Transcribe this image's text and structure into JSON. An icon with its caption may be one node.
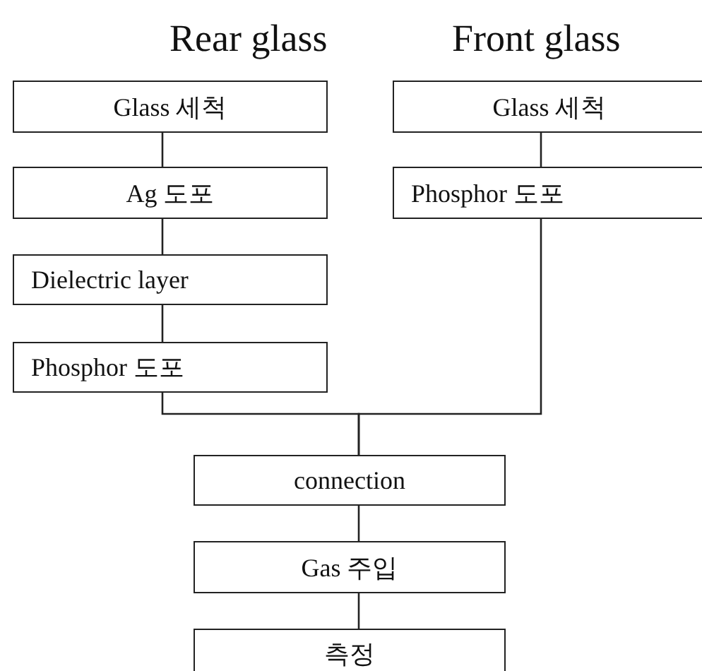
{
  "diagram": {
    "nodes": [
      {
        "text": [
          "Glass 세척"
        ]
      },
      {
        "text": [
          "Ag 도포"
        ]
      },
      {
        "text": [
          "Dielectric layer"
        ]
      },
      {
        "text": [
          "Phosphor 도포"
        ]
      },
      {
        "text": [
          "Glass 세척"
        ]
      },
      {
        "text": [
          "Phosphor 도포"
        ]
      },
      {
        "text": [
          "connection"
        ]
      },
      {
        "text": [
          "Gas 주입"
        ]
      },
      {
        "text": [
          "측정"
        ]
      }
    ],
    "edges": [
      {
        "from": 0,
        "to": 1,
        "arrow": "none"
      },
      {
        "from": 1,
        "to": 2,
        "arrow": "none"
      },
      {
        "from": 2,
        "to": 3,
        "arrow": "none"
      },
      {
        "from": 4,
        "to": 5,
        "arrow": "none"
      },
      {
        "from": 3,
        "to": 6,
        "arrow": "none"
      },
      {
        "from": 5,
        "to": 6,
        "arrow": "none"
      },
      {
        "from": 6,
        "to": 7,
        "arrow": "none"
      },
      {
        "from": 7,
        "to": 8,
        "arrow": "none"
      }
    ],
    "labels": [
      "Rear glass",
      "Front glass"
    ]
  }
}
